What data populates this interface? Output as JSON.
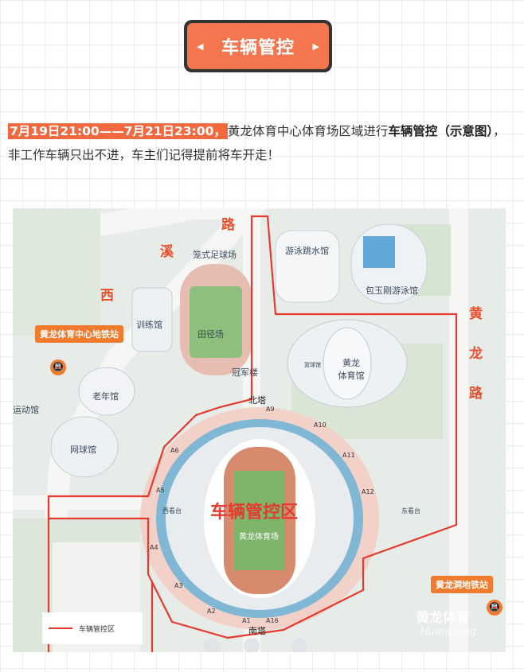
{
  "banner": {
    "title": "车辆管控",
    "left_arrow": "◀",
    "right_arrow": "▶"
  },
  "intro": {
    "time_range": "7月19日21:00——7月21日23:00，",
    "text1": "黄龙体育中心体育场区域进行",
    "bold1": "车辆管控（示意图）",
    "text2": "，非工作车辆只出不进，车主们记得提前将车开走！"
  },
  "map": {
    "roads": {
      "xixi_1": "西",
      "xixi_2": "溪",
      "xixi_3": "路",
      "huanglong_1": "黄",
      "huanglong_2": "龙",
      "huanglong_3": "路"
    },
    "venues": {
      "swimming_diving": "游泳跳水馆",
      "baoyugang": "包玉刚游泳馆",
      "football_field": "笼式足球场",
      "track": "田径场",
      "training": "训练馆",
      "guanjun": "冠军楼",
      "gym": "黄龙\n体育馆",
      "basketball": "篮球馆",
      "elderly": "老年馆",
      "tennis": "网球馆",
      "sports_hall": "运动馆",
      "north_tower": "北塔",
      "south_tower": "南塔",
      "west_stand": "西看台",
      "east_stand": "东看台",
      "stadium": "黄龙体育场"
    },
    "metro": {
      "center_station": "黄龙体育中心地铁站",
      "dong_station": "黄龙洞地铁站",
      "icon": "metro-icon"
    },
    "gates": [
      "A9",
      "A10",
      "A11",
      "A12",
      "A1",
      "A16",
      "A2",
      "A3",
      "A4",
      "A5",
      "A6"
    ],
    "zone_label": "车辆管控区",
    "legend": "车辆管控区",
    "watermark": "黄龙体育",
    "watermark_sub": "Huanglong",
    "colors": {
      "control_line": "#e63a2f",
      "accent": "#f3764e",
      "metro": "#f07b2e"
    }
  }
}
